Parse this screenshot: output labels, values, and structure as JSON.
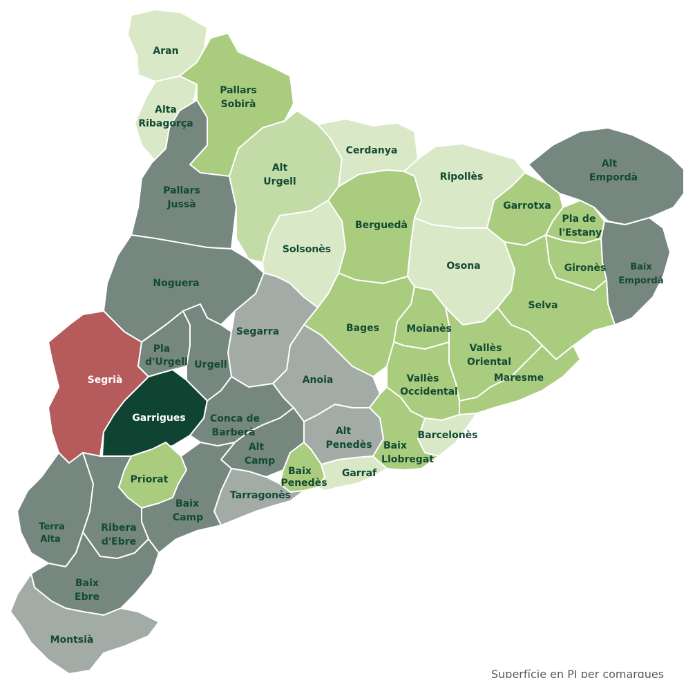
{
  "caption": "Superfície en PI per comarques",
  "legend_colors": {
    "very_light_green": "#d9e8c6",
    "light_green": "#c3dca7",
    "medium_green": "#a9cc7e",
    "grey": "#a2aba6",
    "dark_grey_green": "#75877e",
    "red": "#b55b5c",
    "dark_green": "#0f4332"
  },
  "regions": {
    "aran": {
      "name": "Aran",
      "color": "#d9e8c6"
    },
    "alta_ribagorca": {
      "name": "Alta Ribagorça",
      "line1": "Alta",
      "line2": "Ribagorça",
      "color": "#d9e8c6"
    },
    "pallars_sobira": {
      "name": "Pallars Sobirà",
      "line1": "Pallars",
      "line2": "Sobirà",
      "color": "#a9cc7e"
    },
    "pallars_jussa": {
      "name": "Pallars Jussà",
      "line1": "Pallars",
      "line2": "Jussà",
      "color": "#75877e"
    },
    "alt_urgell": {
      "name": "Alt Urgell",
      "line1": "Alt",
      "line2": "Urgell",
      "color": "#c3dca7"
    },
    "cerdanya": {
      "name": "Cerdanya",
      "color": "#d9e8c6"
    },
    "ripolles": {
      "name": "Ripollès",
      "color": "#d9e8c6"
    },
    "alt_emporda": {
      "name": "Alt Empordà",
      "line1": "Alt",
      "line2": "Empordà",
      "color": "#75877e"
    },
    "garrotxa": {
      "name": "Garrotxa",
      "color": "#a9cc7e"
    },
    "pla_estany": {
      "name": "Pla de l'Estany",
      "line1": "Pla de",
      "line2": "l'Estany",
      "color": "#a9cc7e"
    },
    "baix_emporda": {
      "name": "Baix Empordà",
      "line1": "Baix",
      "line2": "Empordà",
      "color": "#75877e"
    },
    "girones": {
      "name": "Gironès",
      "color": "#a9cc7e"
    },
    "selva": {
      "name": "Selva",
      "color": "#a9cc7e"
    },
    "bergueda": {
      "name": "Berguedà",
      "color": "#a9cc7e"
    },
    "solsones": {
      "name": "Solsonès",
      "color": "#d9e8c6"
    },
    "osona": {
      "name": "Osona",
      "color": "#d9e8c6"
    },
    "noguera": {
      "name": "Noguera",
      "color": "#75877e"
    },
    "segarra": {
      "name": "Segarra",
      "color": "#a2aba6"
    },
    "bages": {
      "name": "Bages",
      "color": "#a9cc7e"
    },
    "moianes": {
      "name": "Moianès",
      "color": "#a9cc7e"
    },
    "valles_oriental": {
      "name": "Vallès Oriental",
      "line1": "Vallès",
      "line2": "Oriental",
      "color": "#a9cc7e"
    },
    "maresme": {
      "name": "Maresme",
      "color": "#a9cc7e"
    },
    "valles_occidental": {
      "name": "Vallès Occidental",
      "line1": "Vallès",
      "line2": "Occidental",
      "color": "#a9cc7e"
    },
    "segria": {
      "name": "Segrià",
      "color": "#b55b5c"
    },
    "pla_urgell": {
      "name": "Pla d'Urgell",
      "line1": "Pla",
      "line2": "d'Urgell",
      "color": "#75877e"
    },
    "urgell": {
      "name": "Urgell",
      "color": "#75877e"
    },
    "anoia": {
      "name": "Anoia",
      "color": "#a2aba6"
    },
    "garrigues": {
      "name": "Garrigues",
      "color": "#0f4332"
    },
    "conca_barbera": {
      "name": "Conca de Barberà",
      "line1": "Conca de",
      "line2": "Barberà",
      "color": "#75877e"
    },
    "alt_camp": {
      "name": "Alt Camp",
      "line1": "Alt",
      "line2": "Camp",
      "color": "#75877e"
    },
    "alt_penedes": {
      "name": "Alt Penedès",
      "line1": "Alt",
      "line2": "Penedès",
      "color": "#a2aba6"
    },
    "barcelones": {
      "name": "Barcelonès",
      "color": "#d9e8c6"
    },
    "baix_llobregat": {
      "name": "Baix Llobregat",
      "line1": "Baix",
      "line2": "Llobregat",
      "color": "#a9cc7e"
    },
    "baix_penedes": {
      "name": "Baix Penedès",
      "line1": "Baix",
      "line2": "Penedès",
      "color": "#a9cc7e"
    },
    "garraf": {
      "name": "Garraf",
      "color": "#d9e8c6"
    },
    "priorat": {
      "name": "Priorat",
      "color": "#a9cc7e"
    },
    "tarragones": {
      "name": "Tarragonès",
      "color": "#a2aba6"
    },
    "baix_camp": {
      "name": "Baix Camp",
      "line1": "Baix",
      "line2": "Camp",
      "color": "#75877e"
    },
    "terra_alta": {
      "name": "Terra Alta",
      "line1": "Terra",
      "line2": "Alta",
      "color": "#75877e"
    },
    "ribera_ebre": {
      "name": "Ribera d'Ebre",
      "line1": "Ribera",
      "line2": "d'Ebre",
      "color": "#75877e"
    },
    "baix_ebre": {
      "name": "Baix Ebre",
      "line1": "Baix",
      "line2": "Ebre",
      "color": "#75877e"
    },
    "montsia": {
      "name": "Montsià",
      "color": "#a2aba6"
    }
  }
}
